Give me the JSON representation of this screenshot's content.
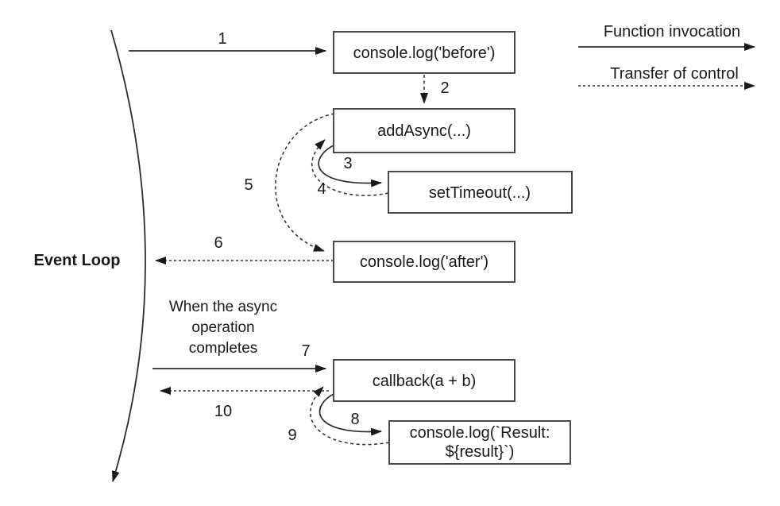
{
  "diagram": {
    "kind": "event-loop-async-callback-flow",
    "colors": {
      "background": "#ffffff",
      "line": "#2b2b2b",
      "box_border": "#4a4a4a",
      "text": "#1a1a1a"
    },
    "event_loop": {
      "label": "Event Loop"
    },
    "async_note": {
      "line1": "When the async",
      "line2": "operation",
      "line3": "completes"
    },
    "boxes": {
      "before": {
        "label": "console.log('before')"
      },
      "add_async": {
        "label": "addAsync(...)"
      },
      "set_timeout": {
        "label": "setTimeout(...)"
      },
      "after": {
        "label": "console.log('after')"
      },
      "callback": {
        "label": "callback(a + b)"
      },
      "result": {
        "line1": "console.log(`Result:",
        "line2": "${result}`)"
      }
    },
    "steps": {
      "s1": "1",
      "s2": "2",
      "s3": "3",
      "s4": "4",
      "s5": "5",
      "s6": "6",
      "s7": "7",
      "s8": "8",
      "s9": "9",
      "s10": "10"
    },
    "legend": {
      "function_invocation": {
        "label": "Function invocation",
        "line_style": "solid"
      },
      "transfer_of_control": {
        "label": "Transfer of control",
        "line_style": "dashed"
      }
    }
  }
}
